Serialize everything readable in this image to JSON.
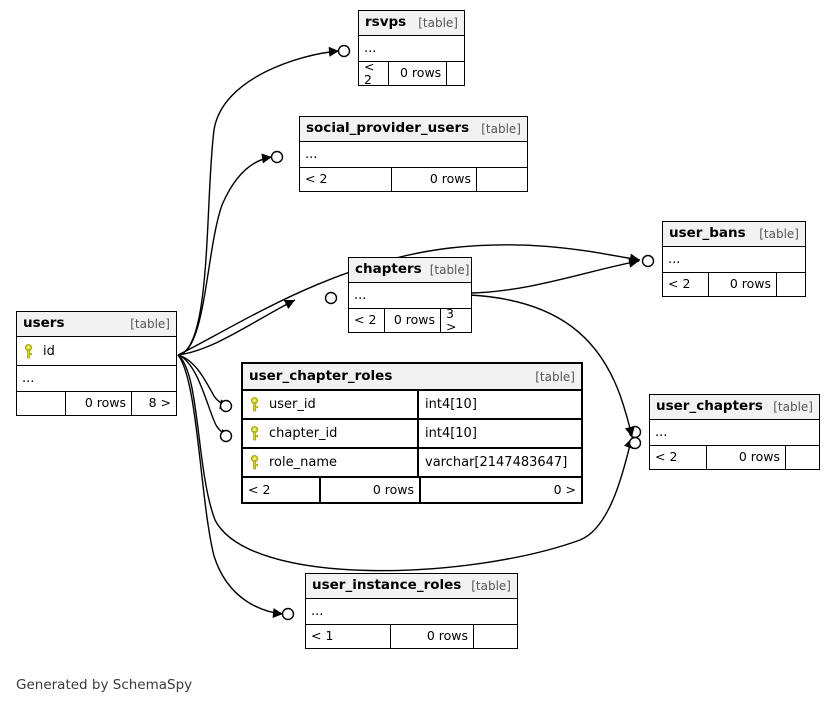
{
  "diagram": {
    "generator_credit": "Generated by SchemaSpy",
    "table_type_label": "[table]",
    "ellipsis": "...",
    "key_icon": "primary-key-icon",
    "accent_key_color": "#d9d900",
    "header_fill": "#f2f2f2",
    "line_color": "#000000"
  },
  "tables": {
    "rsvps": {
      "name": "rsvps",
      "type": "[table]",
      "body": "...",
      "footer": {
        "left": "< 2",
        "middle": "0 rows",
        "right": ""
      }
    },
    "social_provider_users": {
      "name": "social_provider_users",
      "type": "[table]",
      "body": "...",
      "footer": {
        "left": "< 2",
        "middle": "0 rows",
        "right": ""
      }
    },
    "user_bans": {
      "name": "user_bans",
      "type": "[table]",
      "body": "...",
      "footer": {
        "left": "< 2",
        "middle": "0 rows",
        "right": ""
      }
    },
    "chapters": {
      "name": "chapters",
      "type": "[table]",
      "body": "...",
      "footer": {
        "left": "< 2",
        "middle": "0 rows",
        "right": "3 >"
      }
    },
    "users": {
      "name": "users",
      "type": "[table]",
      "columns": [
        {
          "name": "id",
          "key": true
        }
      ],
      "body": "...",
      "footer": {
        "left": "",
        "middle": "0 rows",
        "right": "8 >"
      }
    },
    "user_chapter_roles": {
      "name": "user_chapter_roles",
      "type": "[table]",
      "focused": true,
      "columns": [
        {
          "name": "user_id",
          "type": "int4[10]",
          "key": true
        },
        {
          "name": "chapter_id",
          "type": "int4[10]",
          "key": true
        },
        {
          "name": "role_name",
          "type": "varchar[2147483647]",
          "key": true
        }
      ],
      "footer": {
        "left": "< 2",
        "middle": "0 rows",
        "right": "0 >"
      }
    },
    "user_chapters": {
      "name": "user_chapters",
      "type": "[table]",
      "body": "...",
      "footer": {
        "left": "< 2",
        "middle": "0 rows",
        "right": ""
      }
    },
    "user_instance_roles": {
      "name": "user_instance_roles",
      "type": "[table]",
      "body": "...",
      "footer": {
        "left": "< 1",
        "middle": "0 rows",
        "right": ""
      }
    }
  }
}
